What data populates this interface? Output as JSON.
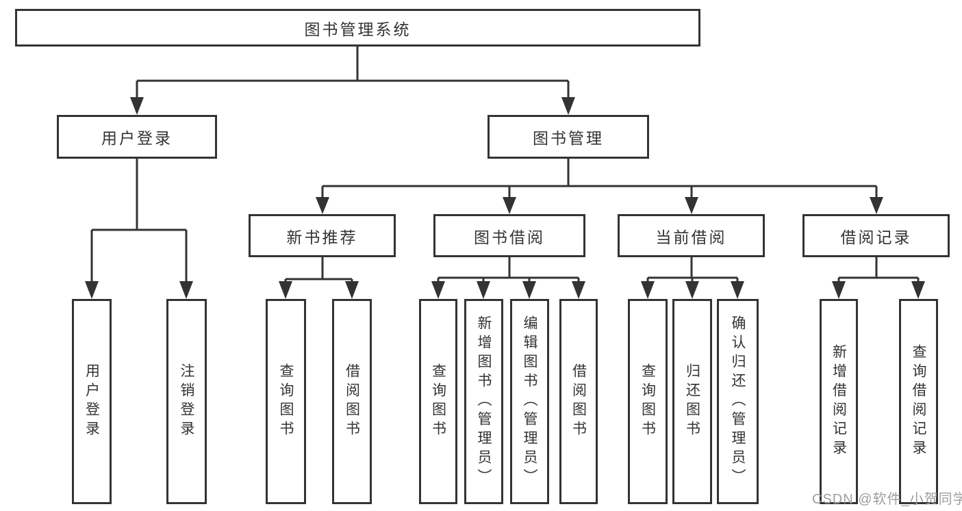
{
  "diagram": {
    "title": "图书管理系统",
    "level2": {
      "user_login": "用户登录",
      "book_mgmt": "图书管理"
    },
    "level3": {
      "new_books": "新书推荐",
      "book_borrow": "图书借阅",
      "current_borrow": "当前借阅",
      "borrow_records": "借阅记录"
    },
    "leaves": {
      "user_login": "用户登录",
      "logout": "注销登录",
      "new_books_query": "查询图书",
      "new_books_borrow": "借阅图书",
      "borrow_query": "查询图书",
      "borrow_add": "新增图书（管理员）",
      "borrow_edit": "编辑图书（管理员）",
      "borrow_borrow": "借阅图书",
      "current_query": "查询图书",
      "current_return": "归还图书",
      "current_confirm": "确认归还（管理员）",
      "records_add": "新增借阅记录",
      "records_query": "查询借阅记录"
    },
    "watermark": "CSDN @软件_小贺同学",
    "colors": {
      "line": "#333333",
      "text": "#333333",
      "watermark": "#9e9e9e",
      "background": "#ffffff"
    }
  }
}
